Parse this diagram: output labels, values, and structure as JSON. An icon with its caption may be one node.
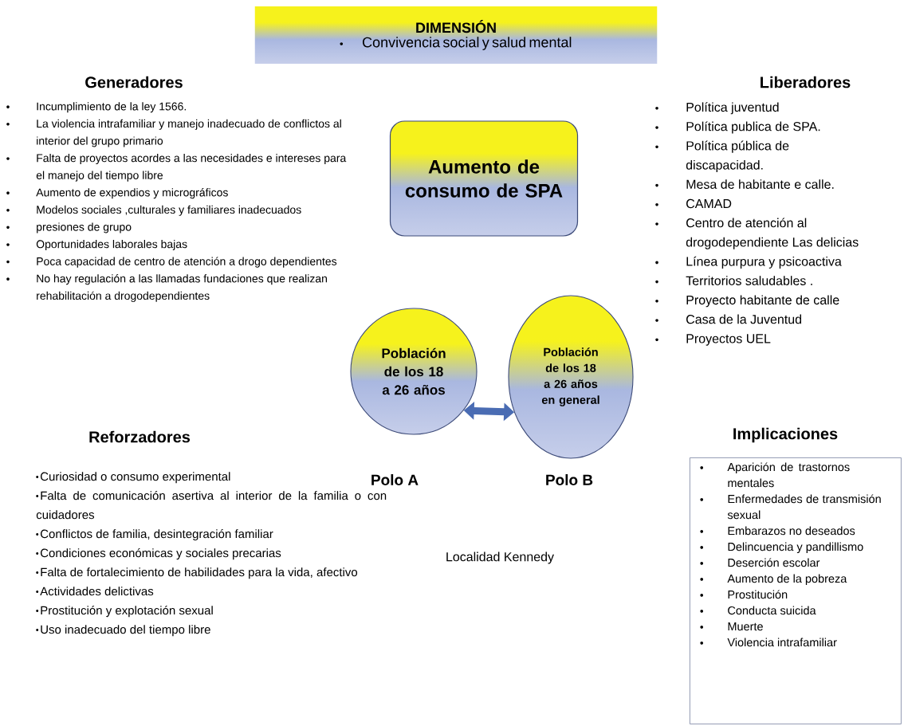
{
  "diagram": {
    "nodes": [
      {
        "text": [
          "DIMENSIÓN",
          "Convivencia social y salud mental"
        ]
      },
      {
        "text": [
          "Aumento de consumo de SPA"
        ]
      },
      {
        "text": [
          "Población de los 18 a 26 años"
        ],
        "beside": [
          "Polo A"
        ]
      },
      {
        "text": [
          "Población de los 18 a 26 años en general"
        ],
        "beside": [
          "Polo B"
        ]
      },
      {
        "text": [
          "Implicaciones",
          "Aparición de trastornos mentales",
          "Enfermedades de transmisión sexual",
          "Embarazos no deseados",
          "Delincuencia y pandillismo",
          "Deserción escolar",
          "Aumento de la pobreza",
          "Prostitución",
          "Conducta suicida",
          "Muerte",
          "Violencia intrafamiliar"
        ]
      }
    ],
    "edges": [
      {
        "from": 2,
        "to": 3,
        "arrow": "both"
      }
    ],
    "labels": [
      "Generadores",
      "Incumplimiento de la ley 1566.",
      "La violencia intrafamiliar y manejo inadecuado de conflictos al interior del grupo primario",
      "Falta de proyectos acordes a las necesidades e intereses para el manejo del tiempo libre",
      "Aumento de expendios y micrográficos",
      "Modelos sociales ,culturales y familiares inadecuados",
      "presiones de grupo",
      "Oportunidades laborales bajas",
      "Poca capacidad de centro de atención a drogo dependientes",
      "No hay regulación a las llamadas fundaciones que realizan rehabilitación a drogodependientes",
      "Liberadores",
      "Política juventud",
      "Política publica de SPA.",
      "Política pública de discapacidad.",
      "Mesa de habitante e calle.",
      "CAMAD",
      "Centro de atención al drogodependiente Las delicias",
      "Línea purpura y psicoactiva",
      "Territorios saludables .",
      "Proyecto habitante de calle",
      "Casa de la Juventud",
      "Proyectos UEL",
      "Reforzadores",
      "Curiosidad o consumo experimental",
      "Falta de comunicación asertiva al interior de la familia o con cuidadores",
      "Conflictos de familia, desintegración familiar",
      "Condiciones económicas y sociales precarias",
      "Falta de fortalecimiento de habilidades para la vida, afectivo",
      "Actividades delictivas",
      "Prostitución y explotación sexual",
      "Uso inadecuado del tiempo libre",
      "Localidad Kennedy"
    ]
  }
}
